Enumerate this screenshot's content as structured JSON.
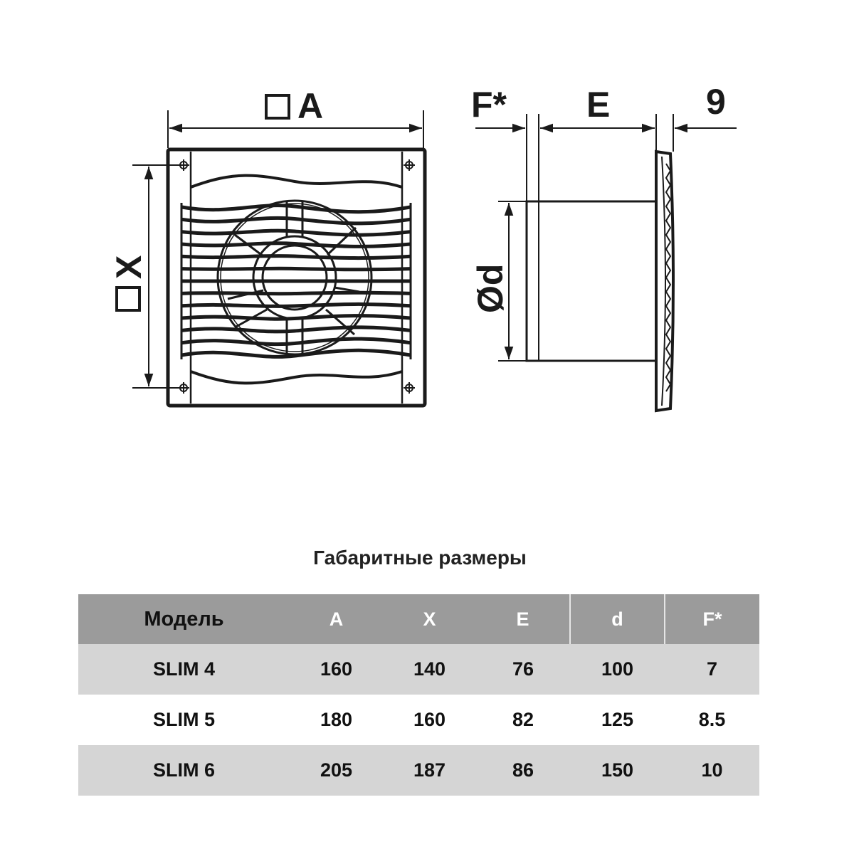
{
  "drawing": {
    "front_width_label": "A",
    "front_height_label": "X",
    "side_labels": {
      "f": "F*",
      "e": "E",
      "flange": "9",
      "diameter": "Ød"
    }
  },
  "table": {
    "title": "Габаритные размеры",
    "headers": [
      "Модель",
      "A",
      "X",
      "E",
      "d",
      "F*"
    ],
    "rows": [
      [
        "SLIM 4",
        "160",
        "140",
        "76",
        "100",
        "7"
      ],
      [
        "SLIM 5",
        "180",
        "160",
        "82",
        "125",
        "8.5"
      ],
      [
        "SLIM 6",
        "205",
        "187",
        "86",
        "150",
        "10"
      ]
    ]
  },
  "colors": {
    "header": "#9b9b9b",
    "stripe": "#d5d5d5",
    "line": "#1a1a1a"
  }
}
